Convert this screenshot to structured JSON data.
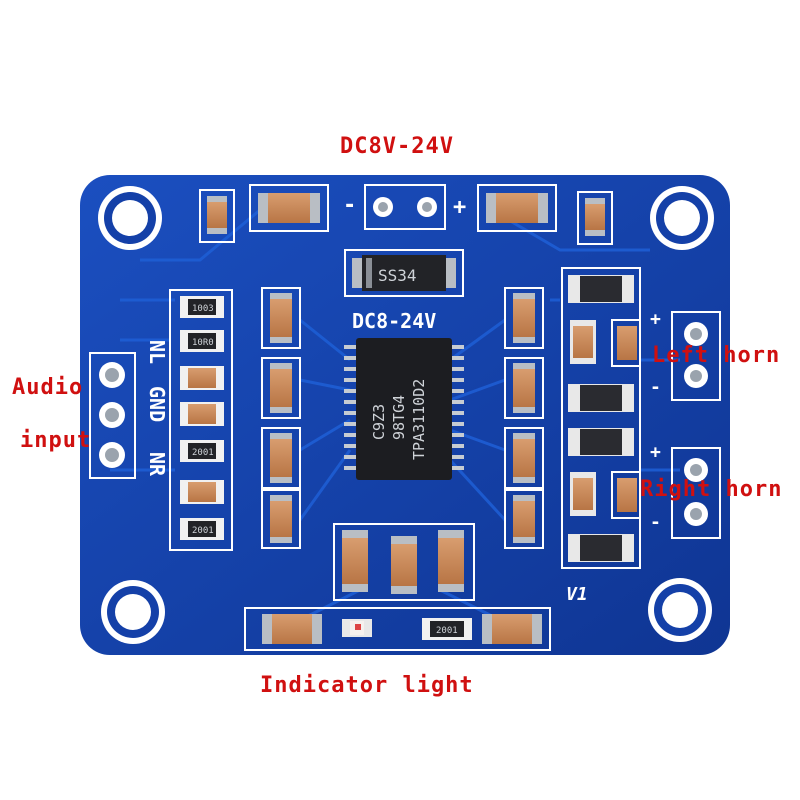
{
  "callouts": {
    "power": "DC8V-24V",
    "audio_line1": "Audio",
    "audio_line2": "input",
    "left_horn": "Left horn",
    "right_horn": "Right horn",
    "indicator": "Indicator light"
  },
  "silkscreen": {
    "power_label": "DC8-24V",
    "minus": "-",
    "plus": "+",
    "left_pin": "NL",
    "gnd_pin": "GND",
    "right_pin": "NR",
    "version": "V1",
    "diode": "SS34"
  },
  "chip": {
    "line1": "TPA3110D2",
    "line2": "98TG4",
    "line3": "C9Z3"
  },
  "resistors": {
    "r1": "1003",
    "r2": "10R0",
    "r3": "2001",
    "r4": "2001",
    "r5": "2001"
  },
  "colors": {
    "board": "#1440a8",
    "callout_text": "#d01010",
    "capacitor": "#c98a5c",
    "chip": "#1c1d21"
  }
}
